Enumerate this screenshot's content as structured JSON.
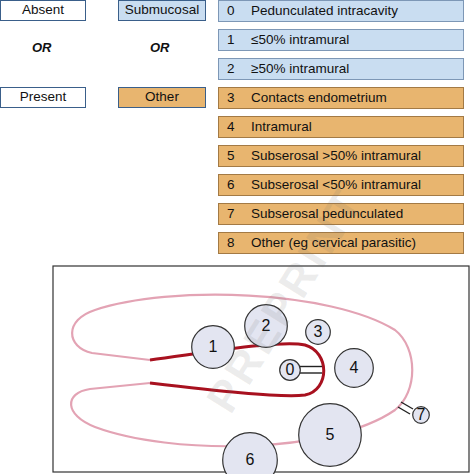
{
  "diagram": {
    "nodes": [
      {
        "text": [
          "Absent"
        ]
      },
      {
        "text": [
          "Submucosal"
        ]
      },
      {
        "text": [
          "0",
          "Pedunculated intracavity"
        ]
      },
      {
        "text": [
          "1",
          "≤50% intramural"
        ]
      },
      {
        "text": [
          "2",
          "≥50% intramural"
        ]
      },
      {
        "text": [
          "Present"
        ]
      },
      {
        "text": [
          "Other"
        ]
      },
      {
        "text": [
          "3",
          "Contacts endometrium"
        ]
      },
      {
        "text": [
          "4",
          "Intramural"
        ]
      },
      {
        "text": [
          "5",
          "Subserosal >50% intramural"
        ]
      },
      {
        "text": [
          "6",
          "Subserosal <50% intramural"
        ]
      },
      {
        "text": [
          "7",
          "Subserosal pedunculated"
        ]
      },
      {
        "text": [
          "8",
          "Other (eg cervical parasitic)"
        ]
      },
      {
        "text": [
          "1"
        ]
      },
      {
        "text": [
          "2"
        ]
      },
      {
        "text": [
          "3"
        ]
      },
      {
        "text": [
          "0"
        ]
      },
      {
        "text": [
          "4"
        ]
      },
      {
        "text": [
          "7"
        ]
      },
      {
        "text": [
          "5"
        ]
      },
      {
        "text": [
          "6"
        ]
      }
    ],
    "labels": [
      "OR",
      "OR",
      "PREPRINT"
    ]
  }
}
